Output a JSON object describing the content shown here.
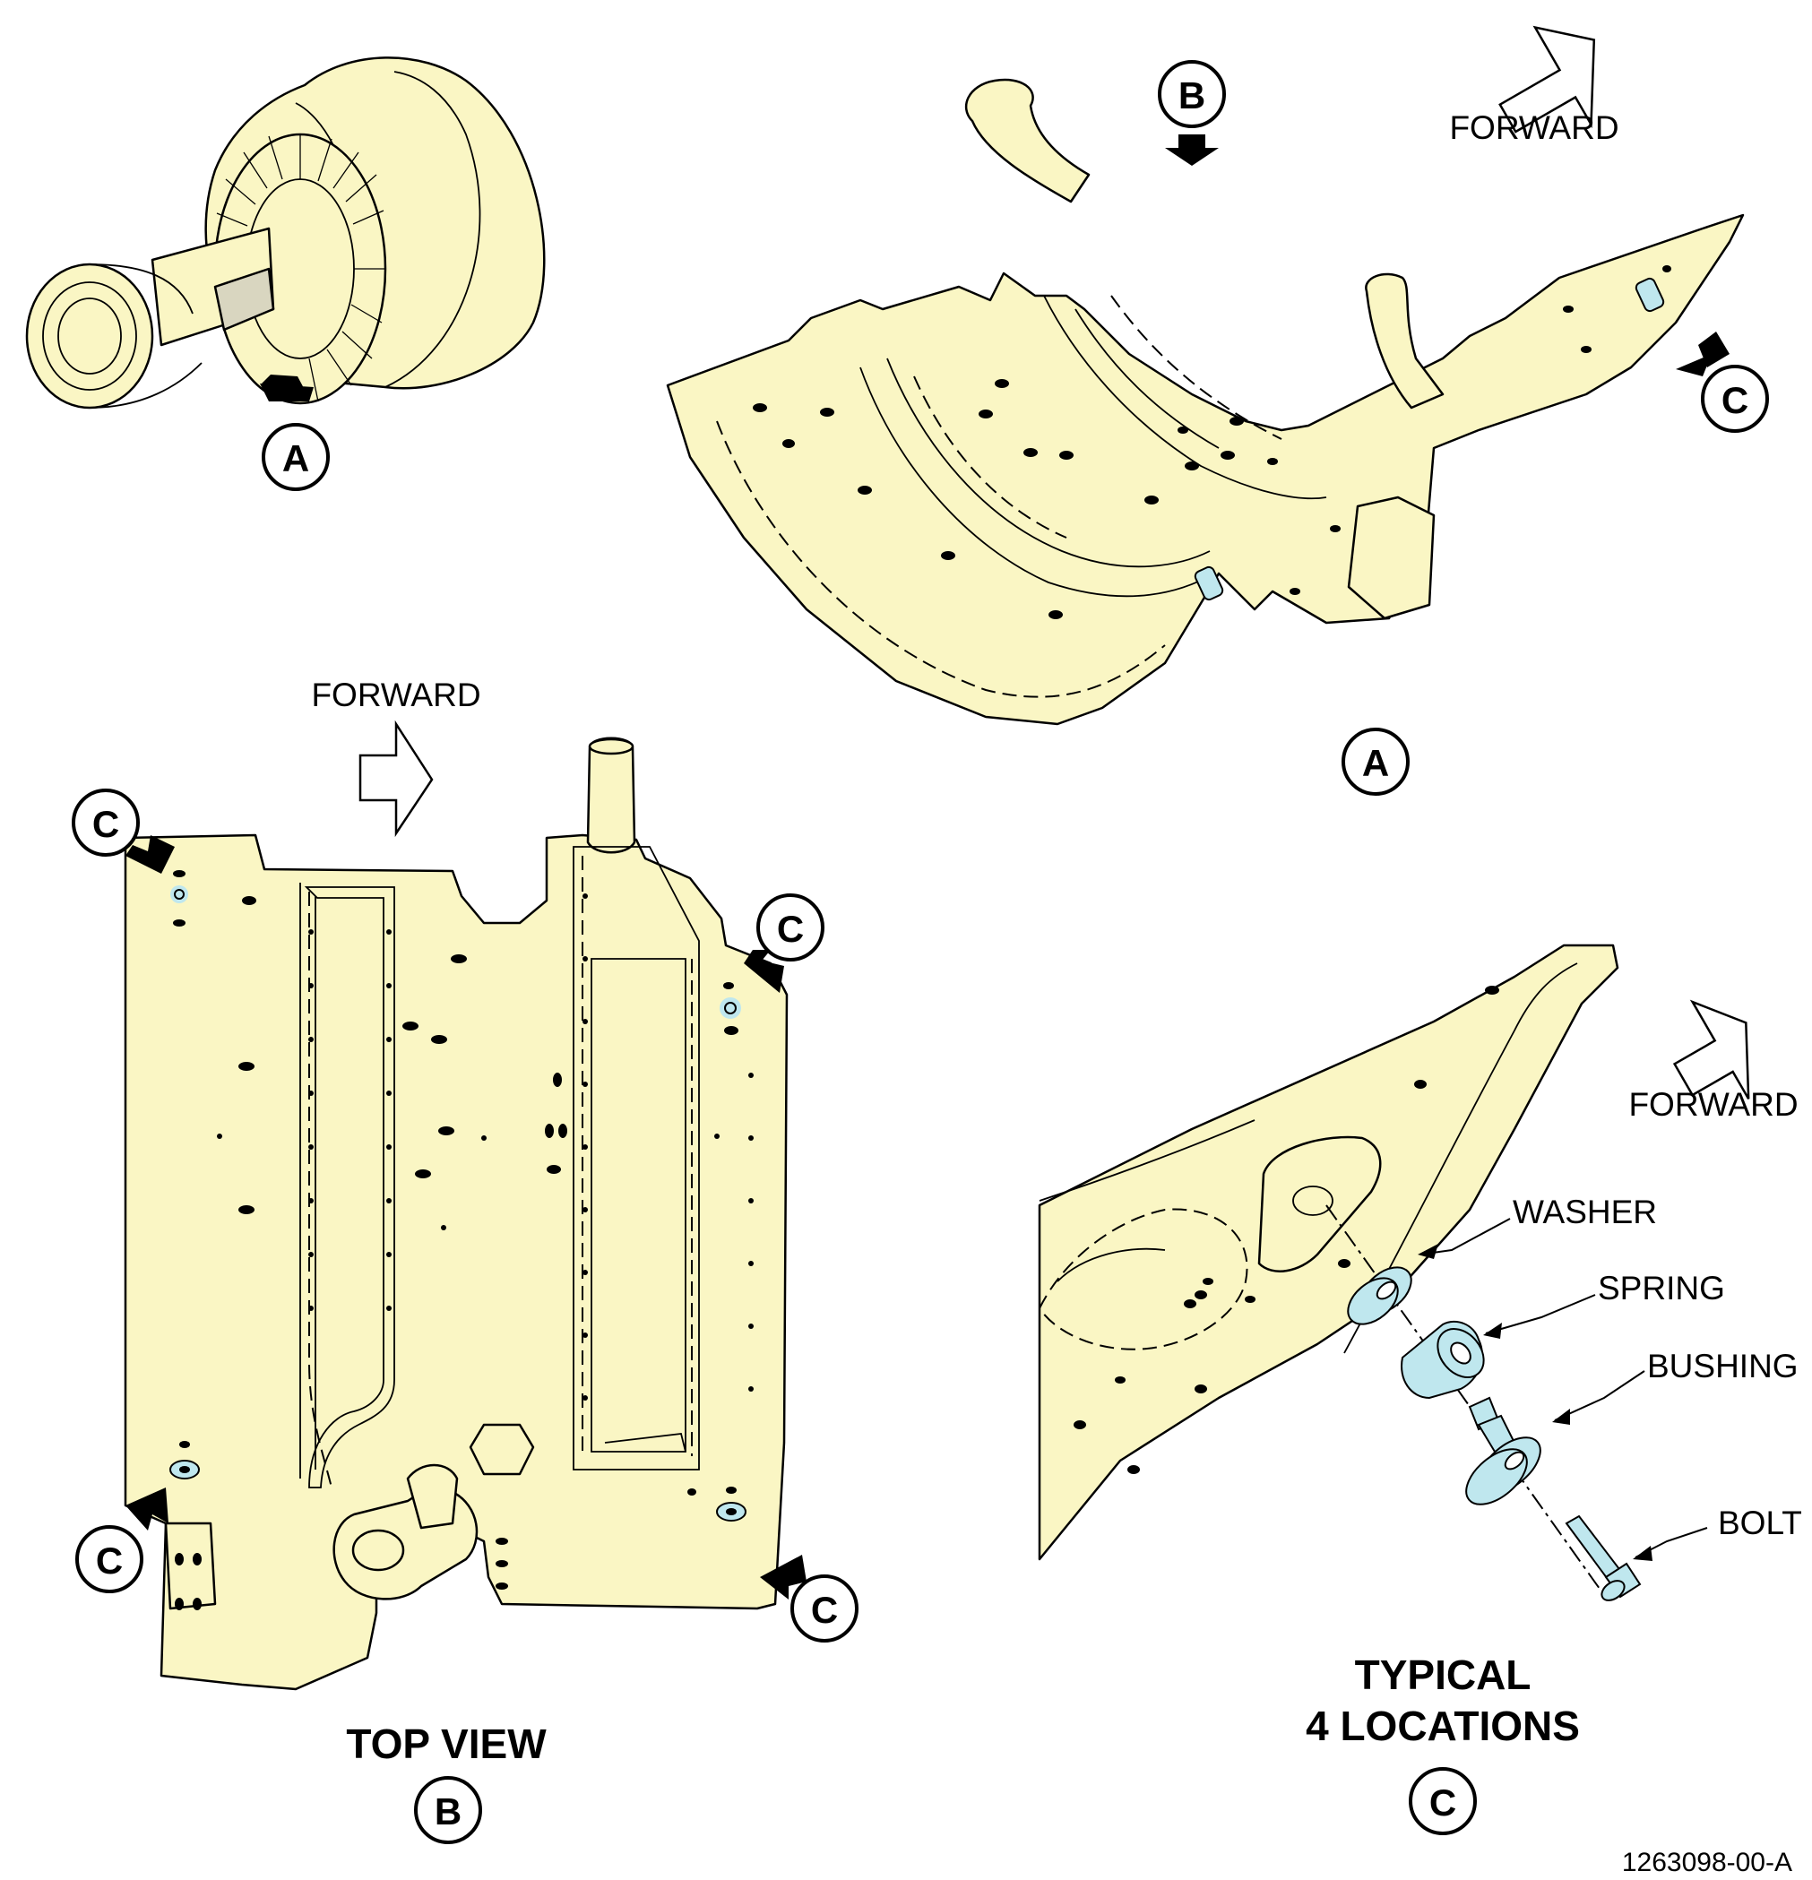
{
  "labels": {
    "forward": "FORWARD",
    "washer": "WASHER",
    "spring": "SPRING",
    "bushing": "BUSHING",
    "bolt": "BOLT",
    "top_view": "TOP VIEW",
    "typical_line1": "TYPICAL",
    "typical_line2": "4 LOCATIONS",
    "figure_id": "1263098-00-A"
  },
  "callouts": {
    "a": "A",
    "b": "B",
    "c": "C"
  },
  "colors": {
    "part_fill": "#FAF6C4",
    "hardware_fill": "#BFE7EE",
    "line": "#000000"
  }
}
